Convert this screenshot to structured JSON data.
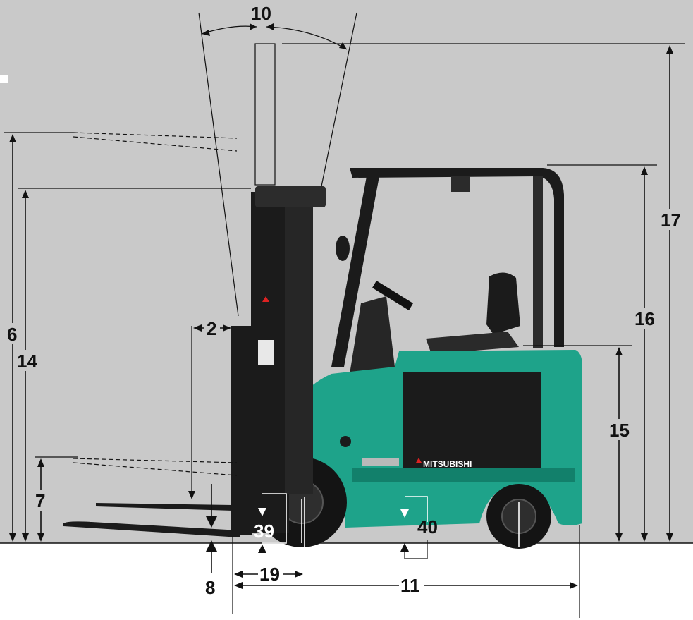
{
  "colors": {
    "background": "#c9c9c9",
    "ground": "#ffffff",
    "body_green": "#1ea38a",
    "body_green_dark": "#12806b",
    "dark": "#1b1b1b",
    "seat_gray": "#5a5a5a",
    "label": "#111111"
  },
  "brand": {
    "name": "MITSUBISHI"
  },
  "dimension_labels": [
    {
      "id": "d10",
      "text": "10"
    },
    {
      "id": "d17",
      "text": "17"
    },
    {
      "id": "d6",
      "text": "6"
    },
    {
      "id": "d14",
      "text": "14"
    },
    {
      "id": "d2",
      "text": "2"
    },
    {
      "id": "d16",
      "text": "16"
    },
    {
      "id": "d15",
      "text": "15"
    },
    {
      "id": "d7",
      "text": "7"
    },
    {
      "id": "d39",
      "text": "39"
    },
    {
      "id": "d40",
      "text": "40"
    },
    {
      "id": "d8",
      "text": "8"
    },
    {
      "id": "d19",
      "text": "19"
    },
    {
      "id": "d11",
      "text": "11"
    }
  ]
}
